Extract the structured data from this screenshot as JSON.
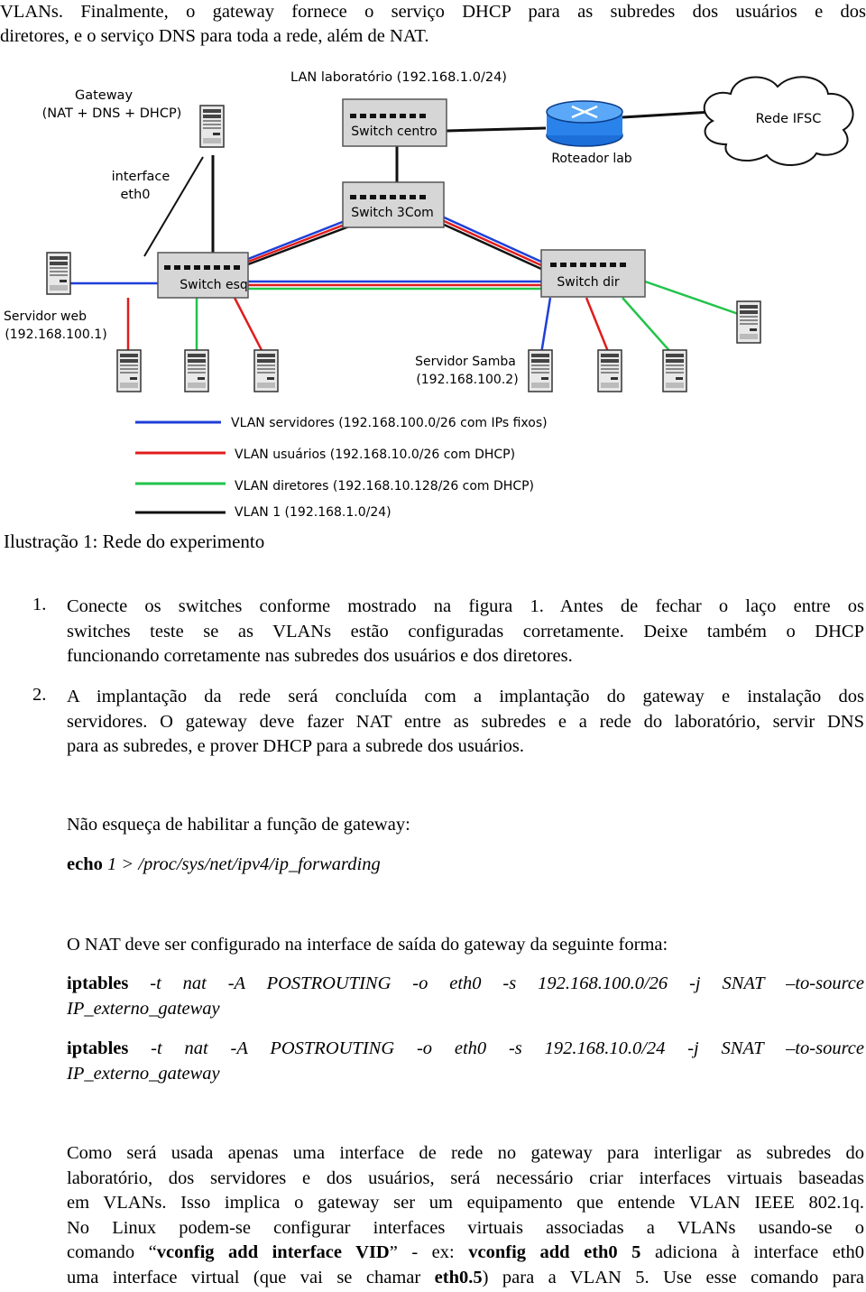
{
  "top_text": {
    "line1": "VLANs. Finalmente, o gateway fornece o serviço DHCP para as subredes dos usuários e dos",
    "line2": "diretores, e o serviço DNS para toda a rede, além de NAT."
  },
  "diagram": {
    "gateway_label_1": "Gateway",
    "gateway_label_2": "(NAT + DNS + DHCP)",
    "interface_label_1": "interface",
    "interface_label_2": "eth0",
    "lan_label": "LAN laboratório (192.168.1.0/24)",
    "switch_centro": "Switch centro",
    "switch_3com": "Switch 3Com",
    "switch_esq": "Switch esq",
    "switch_dir": "Switch dir",
    "roteador": "Roteador lab",
    "rede_ifsc": "Rede IFSC",
    "servidor_web_1": "Servidor web",
    "servidor_web_2": "(192.168.100.1)",
    "servidor_samba_1": "Servidor Samba",
    "servidor_samba_2": "(192.168.100.2)",
    "legend": [
      {
        "label": "VLAN servidores (192.168.100.0/26 com IPs fixos)",
        "color": "#1f3fd8"
      },
      {
        "label": "VLAN usuários (192.168.10.0/26 com DHCP)",
        "color": "#e11c1c"
      },
      {
        "label": "VLAN diretores (192.168.10.128/26 com DHCP)",
        "color": "#22c44a"
      },
      {
        "label": "VLAN 1 (192.168.1.0/24)",
        "color": "#111111"
      }
    ]
  },
  "caption": "Ilustração 1: Rede do experimento",
  "items": [
    {
      "number": "1.",
      "lines": [
        "Conecte os switches conforme mostrado na figura 1. Antes de fechar o laço entre os",
        "switches teste se as VLANs estão configuradas corretamente. Deixe também o DHCP",
        "funcionando corretamente nas subredes dos usuários e dos diretores."
      ]
    },
    {
      "number": "2.",
      "lines": [
        "A implantação da rede será concluída com a implantação do gateway e instalação dos",
        "servidores. O gateway deve fazer NAT entre as subredes e a rede do laboratório, servir DNS",
        "para as subredes, e prover DHCP para a subrede dos usuários."
      ]
    }
  ],
  "gateway_note": "Não esqueça de habilitar a função de gateway:",
  "echo_cmd": {
    "bold": "echo",
    "rest": " 1 > /proc/sys/net/ipv4/ip_forwarding"
  },
  "nat_note": "O NAT deve ser configurado na interface de saída do gateway da seguinte forma:",
  "iptables": [
    {
      "bold": "iptables",
      "rest": " -t nat -A POSTROUTING -o eth0 -s 192.168.100.0/26 -j SNAT –to-source",
      "line2": "IP_externo_gateway"
    },
    {
      "bold": "iptables",
      "rest": " -t nat -A POSTROUTING -o eth0 -s 192.168.10.0/24 -j SNAT –to-source",
      "line2": "IP_externo_gateway"
    }
  ],
  "final_para": {
    "l1": "Como será usada apenas uma interface de rede no gateway para interligar as subredes do",
    "l2": "laboratório, dos servidores e dos usuários, será necessário criar interfaces virtuais baseadas",
    "l3": "em VLANs. Isso implica o gateway ser um equipamento que entende VLAN IEEE 802.1q.",
    "l4": "No Linux podem-se configurar interfaces virtuais associadas a VLANs usando-se o",
    "l5_a": "comando “",
    "l5_b": "vconfig add interface VID",
    "l5_c": "” - ex: ",
    "l5_d": "vconfig add eth0 5",
    "l5_e": " adiciona à interface eth0",
    "l6_a": "uma interface virtual (que vai se chamar ",
    "l6_b": "eth0.5",
    "l6_c": ") para a VLAN 5. Use esse comando para"
  }
}
